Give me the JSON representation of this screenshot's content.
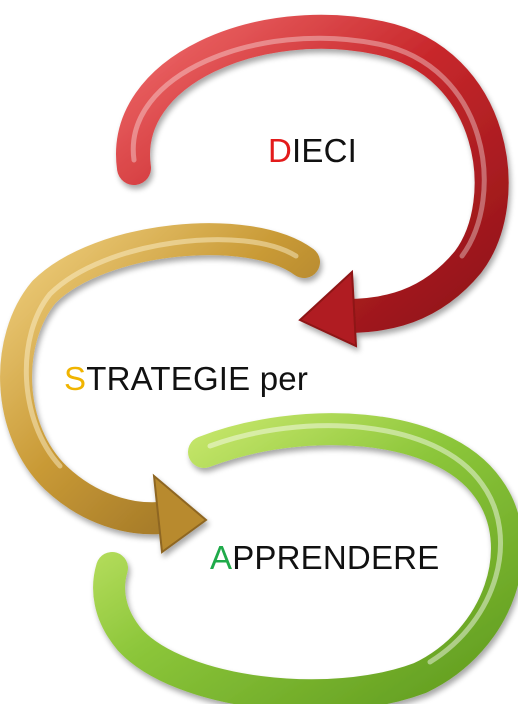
{
  "diagram": {
    "steps": [
      {
        "initial": "D",
        "rest": "IECI",
        "initial_color": "#e31b1b",
        "arrow_color": "#c8282c"
      },
      {
        "initial": "S",
        "rest": "TRATEGIE per",
        "initial_color": "#f0b400",
        "arrow_color": "#c99a36"
      },
      {
        "initial": "A",
        "rest": "PPRENDERE",
        "initial_color": "#1faa4a",
        "arrow_color": "#8cc63a"
      }
    ]
  }
}
